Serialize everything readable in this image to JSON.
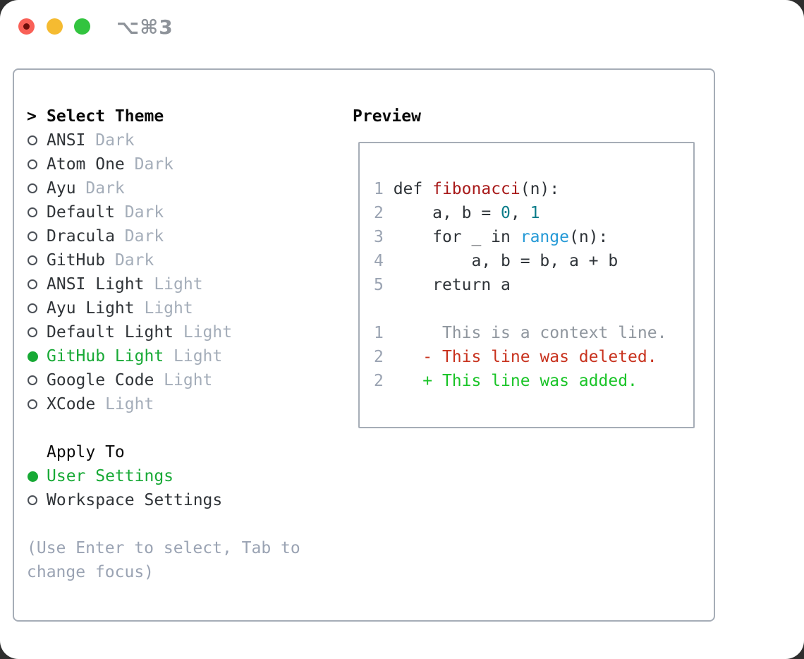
{
  "titlebar": {
    "shortcut": "⌥⌘3"
  },
  "left": {
    "header": {
      "prompt": ">",
      "label": "Select Theme"
    },
    "themes": [
      {
        "name": "ANSI",
        "tag": "Dark",
        "selected": false
      },
      {
        "name": "Atom One",
        "tag": "Dark",
        "selected": false
      },
      {
        "name": "Ayu",
        "tag": "Dark",
        "selected": false
      },
      {
        "name": "Default",
        "tag": "Dark",
        "selected": false
      },
      {
        "name": "Dracula",
        "tag": "Dark",
        "selected": false
      },
      {
        "name": "GitHub",
        "tag": "Dark",
        "selected": false
      },
      {
        "name": "ANSI Light",
        "tag": "Light",
        "selected": false
      },
      {
        "name": "Ayu Light",
        "tag": "Light",
        "selected": false
      },
      {
        "name": "Default Light",
        "tag": "Light",
        "selected": false
      },
      {
        "name": "GitHub Light",
        "tag": "Light",
        "selected": true
      },
      {
        "name": "Google Code",
        "tag": "Light",
        "selected": false
      },
      {
        "name": "XCode",
        "tag": "Light",
        "selected": false
      }
    ],
    "apply": {
      "header": "Apply To",
      "options": [
        {
          "name": "User Settings",
          "selected": true
        },
        {
          "name": "Workspace Settings",
          "selected": false
        }
      ]
    },
    "hint_lines": [
      "(Use Enter to select, Tab to",
      "change focus)"
    ]
  },
  "preview": {
    "header": "Preview",
    "lines": [
      {
        "num": "1",
        "tokens": [
          {
            "text": " def ",
            "style": "plain"
          },
          {
            "text": "fibonacci",
            "style": "function"
          },
          {
            "text": "(n):",
            "style": "plain"
          }
        ]
      },
      {
        "num": "2",
        "tokens": [
          {
            "text": "     a, b = ",
            "style": "plain"
          },
          {
            "text": "0",
            "style": "number"
          },
          {
            "text": ", ",
            "style": "plain"
          },
          {
            "text": "1",
            "style": "number"
          }
        ]
      },
      {
        "num": "3",
        "tokens": [
          {
            "text": "     for _ in ",
            "style": "plain"
          },
          {
            "text": "range",
            "style": "builtin"
          },
          {
            "text": "(n):",
            "style": "plain"
          }
        ]
      },
      {
        "num": "4",
        "tokens": [
          {
            "text": "         a, b = b, a + b",
            "style": "plain"
          }
        ]
      },
      {
        "num": "5",
        "tokens": [
          {
            "text": "     return a",
            "style": "plain"
          }
        ]
      },
      {
        "num": "",
        "tokens": []
      },
      {
        "num": "1",
        "tokens": [
          {
            "text": "      This is a context line.",
            "style": "context"
          }
        ]
      },
      {
        "num": "2",
        "tokens": [
          {
            "text": "    - This line was deleted.",
            "style": "removed"
          }
        ]
      },
      {
        "num": "2",
        "tokens": [
          {
            "text": "    + This line was added.",
            "style": "added"
          }
        ]
      }
    ]
  },
  "colors": {
    "traffic_red": "#f96057",
    "traffic_red_dot": "#6e0f0b",
    "traffic_yellow": "#f5bb31",
    "traffic_green": "#32c43f",
    "shortcut_gray": "#8e939a",
    "panel_border": "#a6adb7",
    "header_black": "#0a0a0a",
    "theme_name": "#303438",
    "tag_gray": "#a4adb9",
    "selected_green": "#17a935",
    "radio_outline": "#4c5158",
    "hint_gray": "#9aa3b3",
    "line_number_gray": "#9aa3b2",
    "code_plain": "#2e3338",
    "code_function_red": "#a81a1a",
    "code_number_teal": "#0b7d8a",
    "code_builtin_blue": "#2499d6",
    "diff_context_gray": "#8f969e",
    "diff_removed_red": "#c8321e",
    "diff_added_green": "#1ac428"
  }
}
